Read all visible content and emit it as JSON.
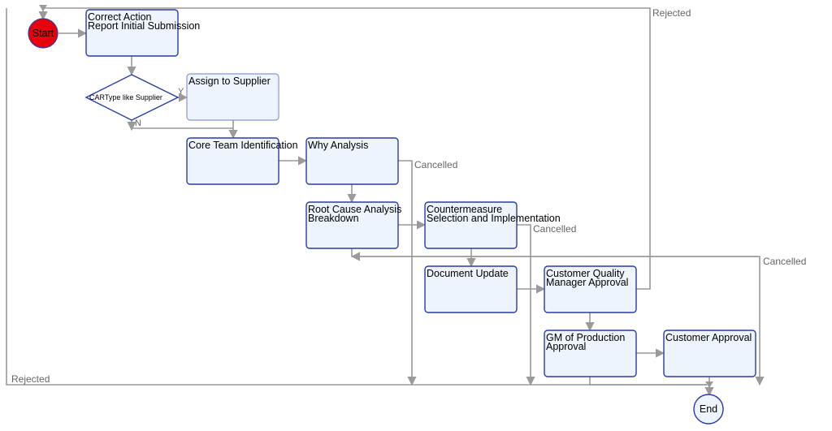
{
  "colors": {
    "node_fill": "#eef4fc",
    "node_stroke": "#2b3aa8",
    "start_fill": "#e8000c",
    "edge": "#9a9a9a",
    "label": "#6b6b6b"
  },
  "nodes": {
    "start": "Start",
    "correct_action_1": "Correct Action",
    "correct_action_2": "Report Initial Submission",
    "cartype": "CARType like Supplier",
    "assign_supplier": "Assign to Supplier",
    "core_team": "Core Team Identification",
    "why_analysis": "Why Analysis",
    "root_cause_1": "Root Cause Analysis",
    "root_cause_2": "Breakdown",
    "countermeasure_1": "Countermeasure",
    "countermeasure_2": "Selection and Implementation",
    "document_update": "Document Update",
    "cqm_1": "Customer Quality",
    "cqm_2": "Manager Approval",
    "gm_1": "GM of Production",
    "gm_2": "Approval",
    "customer_approval": "Customer Approval",
    "end": "End"
  },
  "edge_labels": {
    "yes": "Y",
    "no": "N",
    "rejected_top": "Rejected",
    "rejected_left": "Rejected",
    "cancelled_why": "Cancelled",
    "cancelled_counter": "Cancelled",
    "cancelled_root": "Cancelled"
  }
}
